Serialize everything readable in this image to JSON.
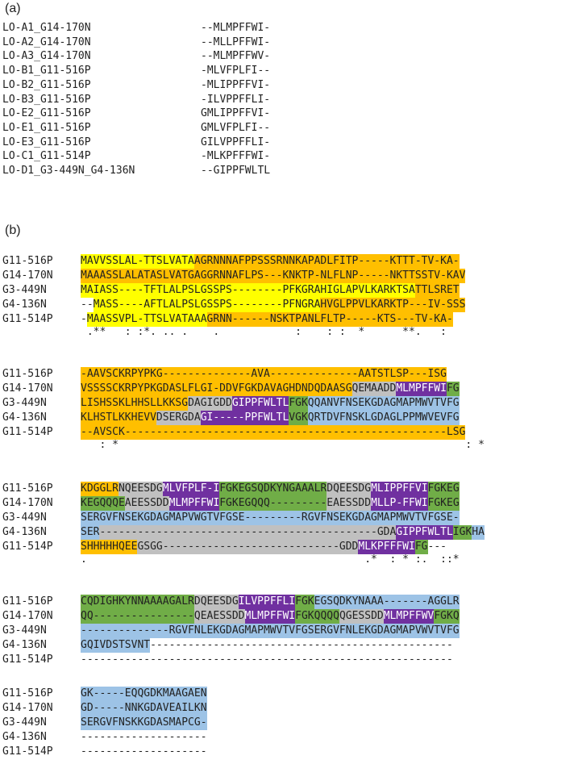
{
  "part_a": {
    "label": "(a)",
    "rows": [
      {
        "name": "LO-A1_G14-170N",
        "seq": "--MLMPFFWI-"
      },
      {
        "name": "LO-A2_G14-170N",
        "seq": "--MLLPFFWI-"
      },
      {
        "name": "LO-A3_G14-170N",
        "seq": "--MLMPFFWV-"
      },
      {
        "name": "LO-B1_G11-516P",
        "seq": "-MLVFPLFI--"
      },
      {
        "name": "LO-B2_G11-516P",
        "seq": "-MLIPPFFVI-"
      },
      {
        "name": "LO-B3_G11-516P",
        "seq": "-ILVPPFFLI-"
      },
      {
        "name": "LO-E2_G11-516P",
        "seq": "GMLIPPFFVI-"
      },
      {
        "name": "LO-E1_G11-516P",
        "seq": "GMLVFPLFI--"
      },
      {
        "name": "LO-E3_G11-516P",
        "seq": "GILVPPFFLI-"
      },
      {
        "name": "LO-C1_G11-514P",
        "seq": "-MLKPFFFWI-"
      },
      {
        "name": "LO-D1_G3-449N_G4-136N",
        "seq": "--GIPPFWLTL"
      }
    ]
  },
  "part_b": {
    "label": "(b)",
    "highlight_colors": {
      "y": "#ffff00",
      "o": "#ffbf00",
      "g": "#c0c0c0",
      "p": "#7030a0",
      "gr": "#70ad47",
      "b": "#9dc3e6"
    },
    "blocks": [
      {
        "rows": [
          {
            "name": "G11-516P",
            "segs": [
              {
                "t": "MAVVSSLAL-TTSLVATA",
                "c": "y"
              },
              {
                "t": "AGRNNNAFPPSSSRNNKAPADLFITP-----KTTT-TV-KA-",
                "c": "o"
              }
            ]
          },
          {
            "name": "G14-170N",
            "segs": [
              {
                "t": "MAAASSLALATASLVATGAGGRNNAFLPS---KNKTP-NLFLNP-----NKTTSSTV-KAV",
                "c": "o"
              }
            ]
          },
          {
            "name": "G3-449N",
            "segs": [
              {
                "t": "MAIASS----TFTLALPSLGSSPS--------PFKGRAHIGLAPVLKARKTSA",
                "c": "y"
              },
              {
                "t": "TTLSRET",
                "c": "o"
              }
            ]
          },
          {
            "name": "G4-136N",
            "segs": [
              {
                "t": "--",
                "c": ""
              },
              {
                "t": "MASS----AFTLALPSLGSSPS--------PFNGRA",
                "c": "y"
              },
              {
                "t": "HVGLPPVLKARKTP---IV-SSS",
                "c": "o"
              }
            ]
          },
          {
            "name": "G11-514P",
            "segs": [
              {
                "t": "-",
                "c": ""
              },
              {
                "t": "MAASSVPL-TTSLVATAAA",
                "c": "y"
              },
              {
                "t": "GRNN------NSKTPANLFLTP-----KTS---TV-KA-",
                "c": "o"
              }
            ]
          }
        ],
        "consensus": " .**   : :*. .. .    .            :    : :  *      **.   :"
      },
      {
        "rows": [
          {
            "name": "G11-516P",
            "segs": [
              {
                "t": "-AAVSCKRPYPKG--------------AVA--------------AATSTLSP---ISG",
                "c": "o"
              }
            ]
          },
          {
            "name": "G14-170N",
            "segs": [
              {
                "t": "VSSSSCKRPYPKGDASLFLGI-DDVFGKDAVAGHDNDQDAASG",
                "c": "o"
              },
              {
                "t": "QEMAADD",
                "c": "g"
              },
              {
                "t": "MLMPFFWI",
                "c": "p"
              },
              {
                "t": "FG",
                "c": "gr"
              }
            ]
          },
          {
            "name": "G3-449N",
            "segs": [
              {
                "t": "LISHSSKLHHSLLKKSG",
                "c": "o"
              },
              {
                "t": "DAGIGDD",
                "c": "g"
              },
              {
                "t": "GIPPFWLTL",
                "c": "p"
              },
              {
                "t": "FGK",
                "c": "gr"
              },
              {
                "t": "QQANVFNSEKGDAGMAPMWVTVFG",
                "c": "b"
              }
            ]
          },
          {
            "name": "G4-136N",
            "segs": [
              {
                "t": "KLHSTLKKHEVV",
                "c": "o"
              },
              {
                "t": "DSERGDA",
                "c": "g"
              },
              {
                "t": "GI-----PPFWLTL",
                "c": "p"
              },
              {
                "t": "VGK",
                "c": "gr"
              },
              {
                "t": "QRTDVFNSKLGDAGLPPMWVEVFG",
                "c": "b"
              }
            ]
          },
          {
            "name": "G11-514P",
            "segs": [
              {
                "t": "--AVSCK---------------------------------------------------LSG",
                "c": "o"
              }
            ]
          }
        ],
        "consensus": "   : *                                                       : *"
      },
      {
        "rows": [
          {
            "name": "G11-516P",
            "segs": [
              {
                "t": "KDGGLR",
                "c": "o"
              },
              {
                "t": "NQEESDG",
                "c": "g"
              },
              {
                "t": "MLVFPLF-I",
                "c": "p"
              },
              {
                "t": "FGKEGSQDKYNGAAALR",
                "c": "gr"
              },
              {
                "t": "DQEESDG",
                "c": "g"
              },
              {
                "t": "MLIPPFFVI",
                "c": "p"
              },
              {
                "t": "FGKEG",
                "c": "gr"
              }
            ]
          },
          {
            "name": "G14-170N",
            "segs": [
              {
                "t": "KEGQQQE",
                "c": "gr"
              },
              {
                "t": "AEESSDD",
                "c": "g"
              },
              {
                "t": "MLMPFFWI",
                "c": "p"
              },
              {
                "t": "FGKEGQQQ---------",
                "c": "gr"
              },
              {
                "t": "EAESSDD",
                "c": "g"
              },
              {
                "t": "MLLP-FFWI",
                "c": "p"
              },
              {
                "t": "FGKEG",
                "c": "gr"
              }
            ]
          },
          {
            "name": "G3-449N",
            "segs": [
              {
                "t": "SERGVFNSEKGDAGMAPVWGTVFGSE---------RGVFNSEKGDAGMAPMWVTVFGSE-",
                "c": "b"
              }
            ]
          },
          {
            "name": "G4-136N",
            "segs": [
              {
                "t": "SER",
                "c": "b"
              },
              {
                "t": "--------------------------------------------GDA",
                "c": "g"
              },
              {
                "t": "GIPPFWLTL",
                "c": "p"
              },
              {
                "t": "IGK",
                "c": "gr"
              },
              {
                "t": "HA",
                "c": "b"
              }
            ]
          },
          {
            "name": "G11-514P",
            "segs": [
              {
                "t": "SHHHHHQEE",
                "c": "o"
              },
              {
                "t": "GSGG----------------------------GDD",
                "c": "g"
              },
              {
                "t": "MLKPFFFWI",
                "c": "p"
              },
              {
                "t": "FG",
                "c": "gr"
              },
              {
                "t": "---",
                "c": ""
              }
            ]
          }
        ],
        "consensus": ".                                            .*  : * :.  ::*"
      },
      {
        "rows": [
          {
            "name": "G11-516P",
            "segs": [
              {
                "t": "CQDIGHKYNNAAAAGALR",
                "c": "gr"
              },
              {
                "t": "DQEESDG",
                "c": "g"
              },
              {
                "t": "ILVPPFFLI",
                "c": "p"
              },
              {
                "t": "FGK",
                "c": "gr"
              },
              {
                "t": "EGSQDKYNAAA-------AGGLR",
                "c": "b"
              }
            ]
          },
          {
            "name": "G14-170N",
            "segs": [
              {
                "t": "QQ----------------",
                "c": "gr"
              },
              {
                "t": "QEAESSDD",
                "c": "g"
              },
              {
                "t": "MLMPFFWI",
                "c": "p"
              },
              {
                "t": "FGKQQQQ",
                "c": "gr"
              },
              {
                "t": "QGESSDD",
                "c": "g"
              },
              {
                "t": "MLMPFFWV",
                "c": "p"
              },
              {
                "t": "FGKQ",
                "c": "gr"
              }
            ]
          },
          {
            "name": "G3-449N",
            "segs": [
              {
                "t": "--------------RGVFNLEKGDAGMAPMWVTVFGSERGVFNLEKGDAGMAPVWVTVFG",
                "c": "b"
              }
            ]
          },
          {
            "name": "G4-136N",
            "segs": [
              {
                "t": "GQIVDSTSVNT",
                "c": "b"
              },
              {
                "t": "------------------------------------------------",
                "c": ""
              }
            ]
          },
          {
            "name": "G11-514P",
            "segs": [
              {
                "t": "-----------------------------------------------------------",
                "c": ""
              }
            ]
          }
        ],
        "consensus": ""
      },
      {
        "rows": [
          {
            "name": "G11-516P",
            "segs": [
              {
                "t": "GK-----EQQGDKMAAGAEN",
                "c": "b"
              }
            ]
          },
          {
            "name": "G14-170N",
            "segs": [
              {
                "t": "GD-----NNKGDAVEAILKN",
                "c": "b"
              }
            ]
          },
          {
            "name": "G3-449N",
            "segs": [
              {
                "t": "SERGVFNSKKGDASMAPCG-",
                "c": "b"
              }
            ]
          },
          {
            "name": "G4-136N",
            "segs": [
              {
                "t": "--------------------",
                "c": ""
              }
            ]
          },
          {
            "name": "G11-514P",
            "segs": [
              {
                "t": "--------------------",
                "c": ""
              }
            ]
          }
        ],
        "consensus": ""
      }
    ]
  }
}
